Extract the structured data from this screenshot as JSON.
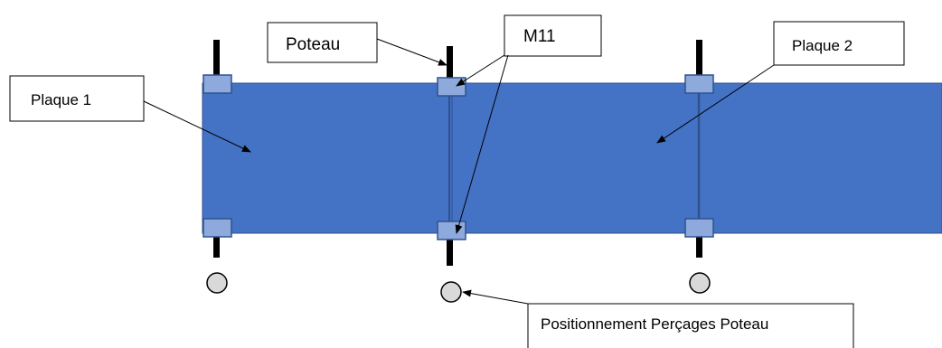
{
  "labels": {
    "plaque1": "Plaque 1",
    "plaque2": "Plaque 2",
    "poteau": "Poteau",
    "m11": "M11",
    "percages": "Positionnement Perçages Poteau"
  },
  "colors": {
    "plate_fill": "#4472C4",
    "plate_border": "#2F528F",
    "bolt_fill": "#8EA9DB",
    "bolt_border": "#2F528F",
    "post": "#000000",
    "hole_fill": "#D9D9D9",
    "hole_border": "#000000"
  },
  "icons": {
    "post": "post-icon",
    "bolt": "bolt-square-icon",
    "hole": "drill-hole-icon",
    "arrow": "arrow-icon"
  }
}
